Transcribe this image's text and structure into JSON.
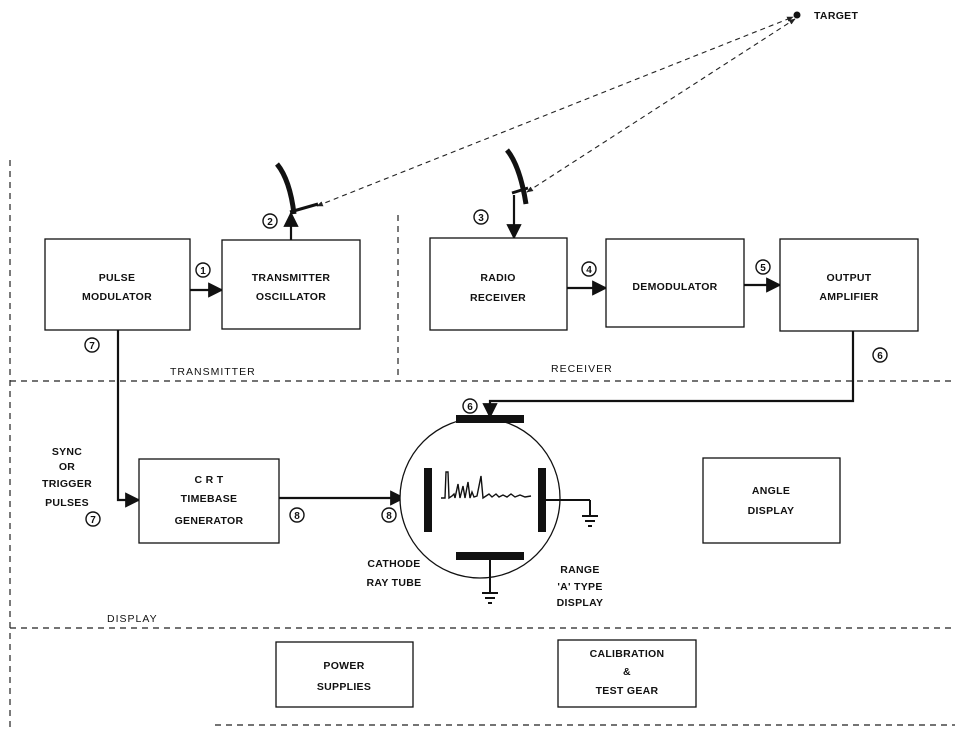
{
  "target": "TARGET",
  "sections": {
    "transmitter": "TRANSMITTER",
    "receiver": "RECEIVER",
    "display": "DISPLAY"
  },
  "blocks": {
    "pulse_modulator": [
      "PULSE",
      "MODULATOR"
    ],
    "transmitter_oscillator": [
      "TRANSMITTER",
      "OSCILLATOR"
    ],
    "radio_receiver": [
      "RADIO",
      "RECEIVER"
    ],
    "demodulator": [
      "DEMODULATOR"
    ],
    "output_amplifier": [
      "OUTPUT",
      "AMPLIFIER"
    ],
    "crt_timebase": [
      "C R T",
      "TIMEBASE",
      "GENERATOR"
    ],
    "angle_display": [
      "ANGLE",
      "DISPLAY"
    ],
    "power_supplies": [
      "POWER",
      "SUPPLIES"
    ],
    "calibration": [
      "CALIBRATION",
      "&",
      "TEST GEAR"
    ]
  },
  "labels": {
    "sync": [
      "SYNC",
      "OR",
      "TRIGGER",
      "PULSES"
    ],
    "cathode_ray_tube": [
      "CATHODE",
      "RAY TUBE"
    ],
    "range_display": [
      "RANGE",
      "'A' TYPE",
      "DISPLAY"
    ]
  },
  "points": {
    "p1": "1",
    "p2": "2",
    "p3": "3",
    "p4": "4",
    "p5": "5",
    "p6": "6",
    "p7": "7",
    "p8": "8"
  }
}
